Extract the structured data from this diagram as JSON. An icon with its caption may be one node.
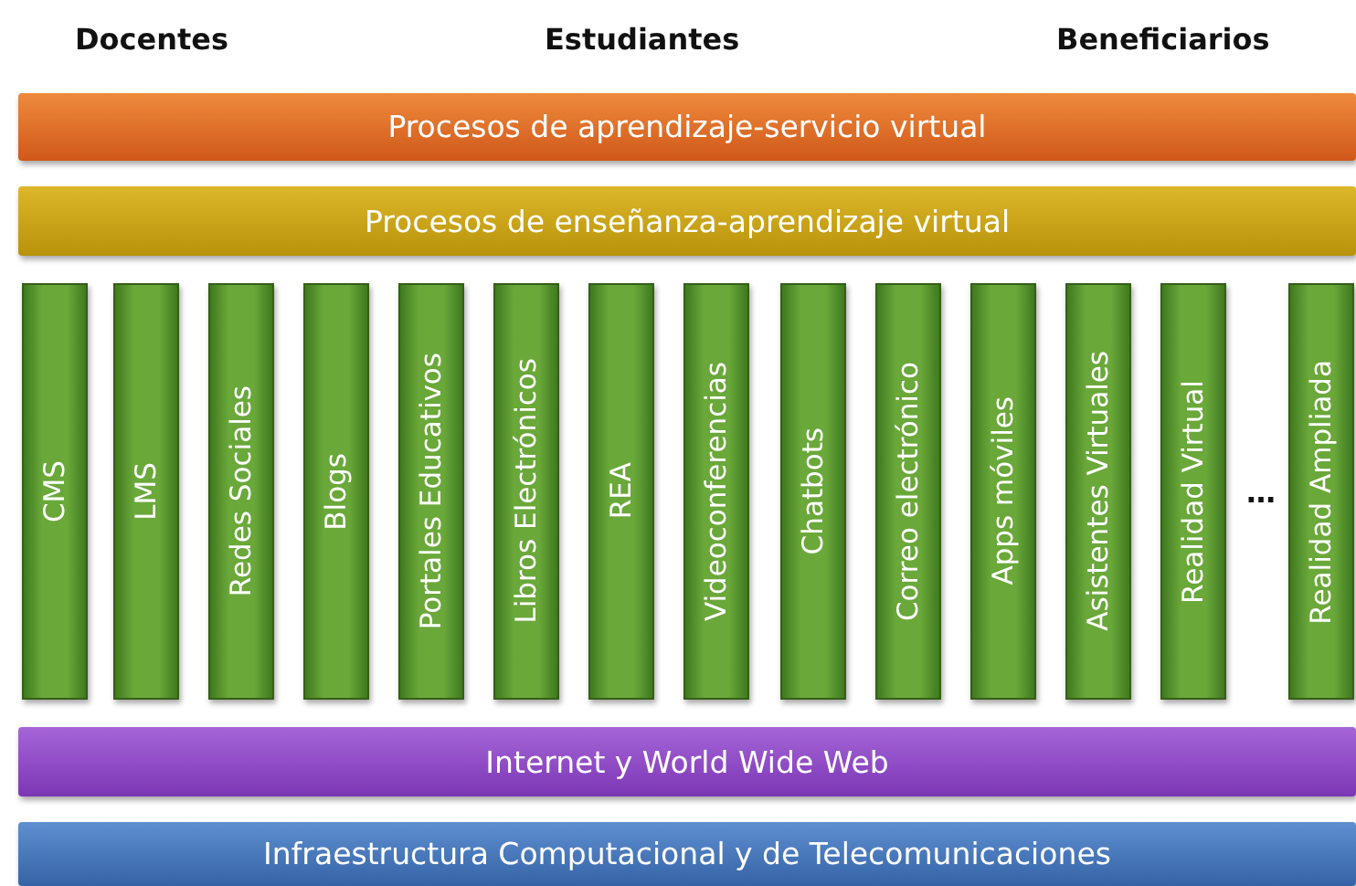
{
  "diagram": {
    "nodes": [
      {
        "text": [
          "Procesos de aprendizaje-servicio virtual"
        ]
      },
      {
        "text": [
          "Procesos de enseñanza-aprendizaje virtual"
        ]
      },
      {
        "text": [
          "CMS"
        ]
      },
      {
        "text": [
          "LMS"
        ]
      },
      {
        "text": [
          "Redes Sociales"
        ]
      },
      {
        "text": [
          "Blogs"
        ]
      },
      {
        "text": [
          "Portales Educativos"
        ]
      },
      {
        "text": [
          "Libros Electrónicos"
        ]
      },
      {
        "text": [
          "REA"
        ]
      },
      {
        "text": [
          "Videoconferencias"
        ]
      },
      {
        "text": [
          "Chatbots"
        ]
      },
      {
        "text": [
          "Correo electrónico"
        ]
      },
      {
        "text": [
          "Apps móviles"
        ]
      },
      {
        "text": [
          "Asistentes Virtuales"
        ]
      },
      {
        "text": [
          "Realidad Virtual"
        ]
      },
      {
        "text": [
          "Realidad Ampliada"
        ]
      },
      {
        "text": [
          "Internet y World Wide Web"
        ]
      },
      {
        "text": [
          "Infraestructura Computacional y de Telecomunicaciones"
        ]
      }
    ],
    "labels": [
      "Docentes",
      "Estudiantes",
      "Beneficiarios",
      "…"
    ]
  }
}
